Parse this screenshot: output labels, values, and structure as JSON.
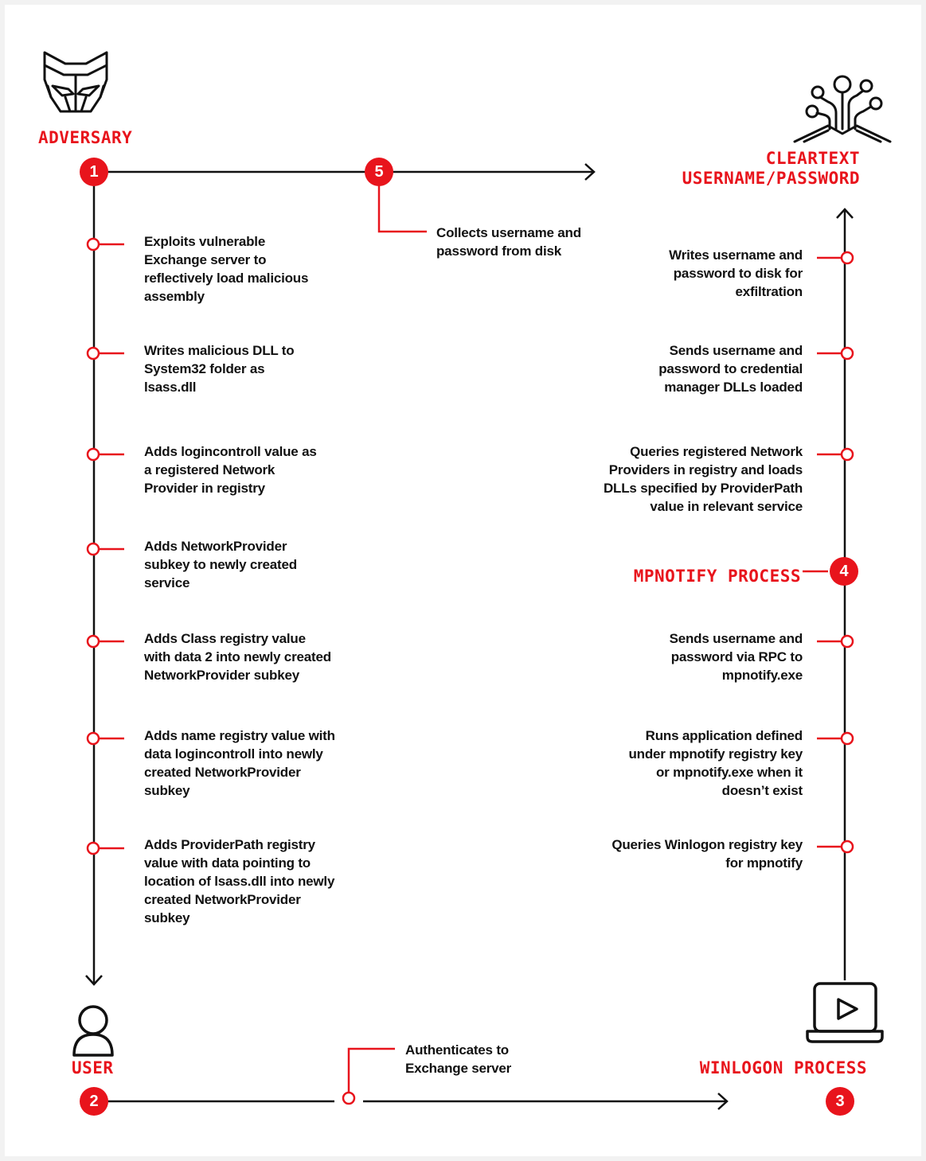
{
  "colors": {
    "accent": "#e8141c",
    "line": "#111111",
    "background": "#ffffff"
  },
  "actors": {
    "adversary": {
      "label": "ADVERSARY",
      "icon": "adversary-mask-icon"
    },
    "user": {
      "label": "USER",
      "icon": "user-icon"
    },
    "winlogon": {
      "label": "WINLOGON PROCESS",
      "icon": "monitor-play-icon"
    },
    "mpnotify": {
      "label": "MPNOTIFY PROCESS"
    },
    "cleartext": {
      "label_line1": "CLEARTEXT",
      "label_line2": "USERNAME/PASSWORD",
      "icon": "data-tree-icon"
    }
  },
  "steps": [
    "1",
    "2",
    "3",
    "4",
    "5"
  ],
  "left_steps": [
    [
      "Exploits vulnerable",
      "Exchange server to",
      "reflectively load malicious",
      "assembly"
    ],
    [
      "Writes malicious DLL to",
      "System32 folder as",
      "lsass.dll"
    ],
    [
      "Adds logincontroll value as",
      "a registered Network",
      "Provider in registry"
    ],
    [
      "Adds NetworkProvider",
      "subkey to newly created",
      "service"
    ],
    [
      "Adds Class registry value",
      "with data 2 into newly created",
      "NetworkProvider subkey"
    ],
    [
      "Adds name registry value with",
      "data logincontroll into newly",
      "created NetworkProvider",
      "subkey"
    ],
    [
      "Adds ProviderPath registry",
      "value with data pointing to",
      "location of lsass.dll into newly",
      "created NetworkProvider",
      "subkey"
    ]
  ],
  "right_steps": [
    [
      "Writes username and",
      "password to disk for",
      "exfiltration"
    ],
    [
      "Sends username and",
      "password to credential",
      "manager DLLs loaded"
    ],
    [
      "Queries registered Network",
      "Providers in registry  and loads",
      "DLLs specified by ProviderPath",
      "value in relevant service"
    ],
    [
      "Sends username and",
      "password via RPC to",
      "mpnotify.exe"
    ],
    [
      "Runs application defined",
      "under mpnotify registry key",
      "or mpnotify.exe when it",
      "doesn’t exist"
    ],
    [
      "Queries Winlogon registry key",
      "for mpnotify"
    ]
  ],
  "collect_note": [
    "Collects username and",
    "password from disk"
  ],
  "auth_note": [
    "Authenticates to",
    "Exchange server"
  ]
}
